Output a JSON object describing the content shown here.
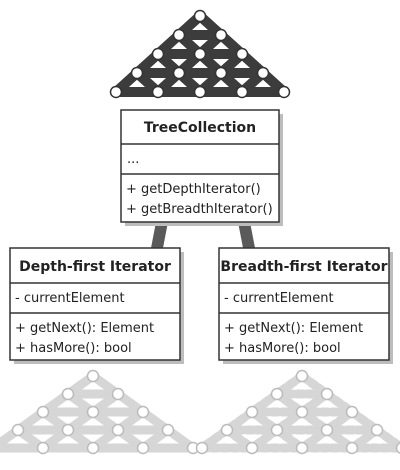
{
  "classes": {
    "collection": {
      "name": "TreeCollection",
      "fields": [
        "..."
      ],
      "methods": [
        "+ getDepthIterator()",
        "+ getBreadthIterator()"
      ]
    },
    "depth_iterator": {
      "name": "Depth-first Iterator",
      "fields": [
        "- currentElement"
      ],
      "methods": [
        "+ getNext(): Element",
        "+ hasMore(): bool"
      ]
    },
    "breadth_iterator": {
      "name": "Breadth-first Iterator",
      "fields": [
        "- currentElement"
      ],
      "methods": [
        "+ getNext(): Element",
        "+ hasMore(): bool"
      ]
    }
  },
  "colors": {
    "box_fill": "#ffffff",
    "box_stroke": "#333333",
    "shadow": "#bdbdbd",
    "connector": "#5a5a5a",
    "tree_dark": "#3c3c3c",
    "tree_light": "#d6d6d6",
    "node_stroke_dark": "#333333",
    "node_stroke_light": "#bbbbbb"
  },
  "icons": [
    "top-tree-icon",
    "depth-first-tree-icon",
    "breadth-first-tree-icon"
  ]
}
